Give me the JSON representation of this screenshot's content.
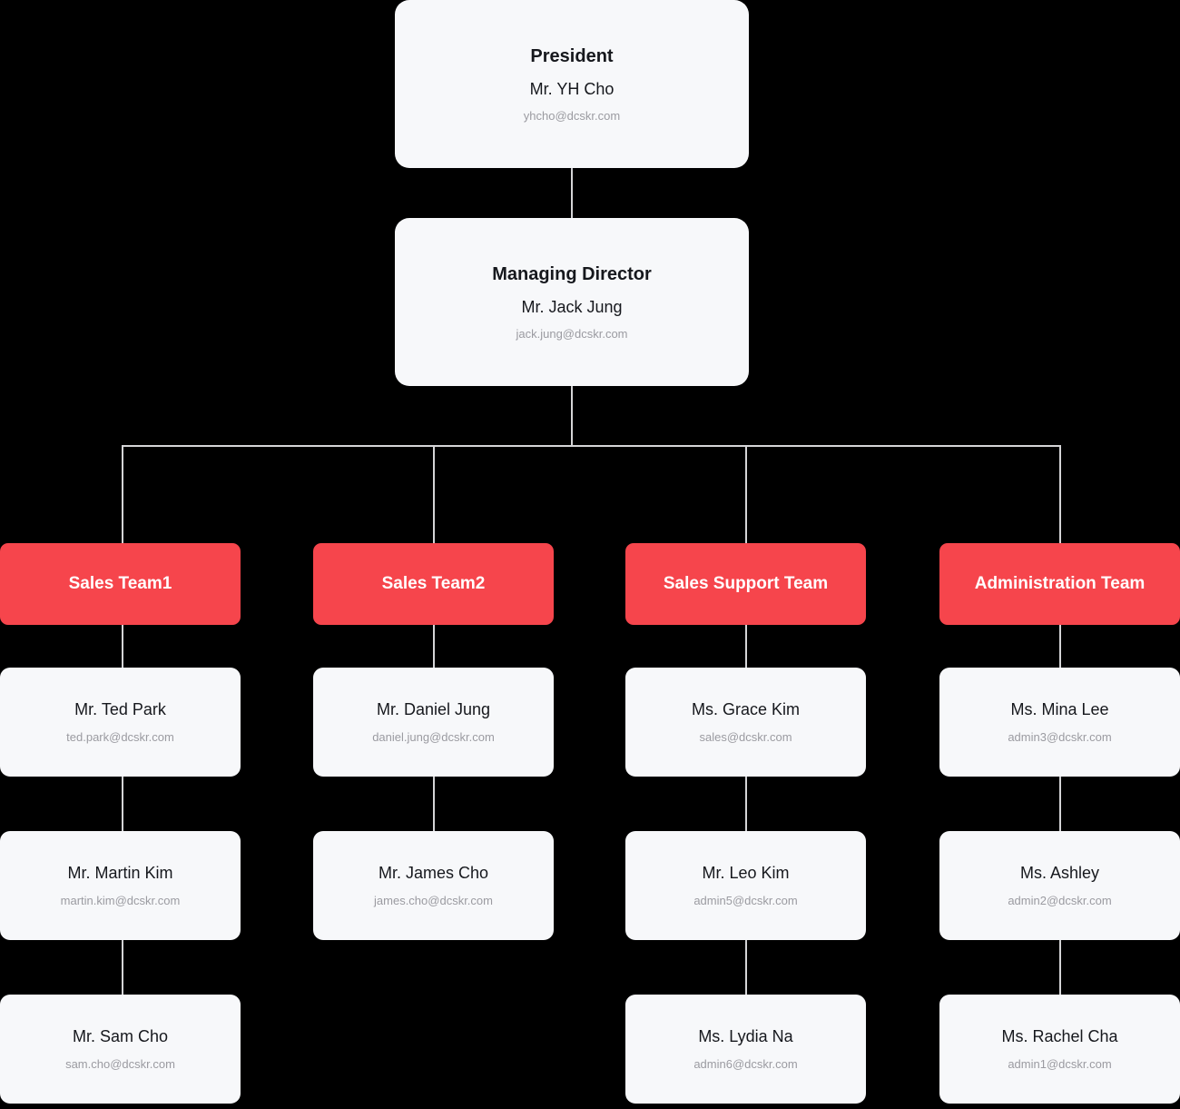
{
  "theme": {
    "background": "#000000",
    "card_background": "#f7f8fa",
    "team_header_background": "#f6454c",
    "connector_color": "#d5d5d7",
    "name_color": "#16181d",
    "email_color": "#9b9ba1",
    "team_name_color": "#ffffff"
  },
  "executives": [
    {
      "role": "President",
      "person": "Mr. YH Cho",
      "email": "yhcho@dcskr.com"
    },
    {
      "role": "Managing Director",
      "person": "Mr. Jack Jung",
      "email": "jack.jung@dcskr.com"
    }
  ],
  "teams": [
    {
      "name": "Sales Team1",
      "members": [
        {
          "person": "Mr. Ted Park",
          "email": "ted.park@dcskr.com"
        },
        {
          "person": "Mr. Martin Kim",
          "email": "martin.kim@dcskr.com"
        },
        {
          "person": "Mr. Sam Cho",
          "email": "sam.cho@dcskr.com"
        }
      ]
    },
    {
      "name": "Sales Team2",
      "members": [
        {
          "person": "Mr. Daniel Jung",
          "email": "daniel.jung@dcskr.com"
        },
        {
          "person": "Mr. James Cho",
          "email": "james.cho@dcskr.com"
        }
      ]
    },
    {
      "name": "Sales Support Team",
      "members": [
        {
          "person": "Ms. Grace Kim",
          "email": "sales@dcskr.com"
        },
        {
          "person": "Mr. Leo Kim",
          "email": "admin5@dcskr.com"
        },
        {
          "person": "Ms. Lydia Na",
          "email": "admin6@dcskr.com"
        }
      ]
    },
    {
      "name": "Administration Team",
      "members": [
        {
          "person": "Ms. Mina Lee",
          "email": "admin3@dcskr.com"
        },
        {
          "person": "Ms. Ashley",
          "email": "admin2@dcskr.com"
        },
        {
          "person": "Ms. Rachel Cha",
          "email": "admin1@dcskr.com"
        }
      ]
    }
  ]
}
